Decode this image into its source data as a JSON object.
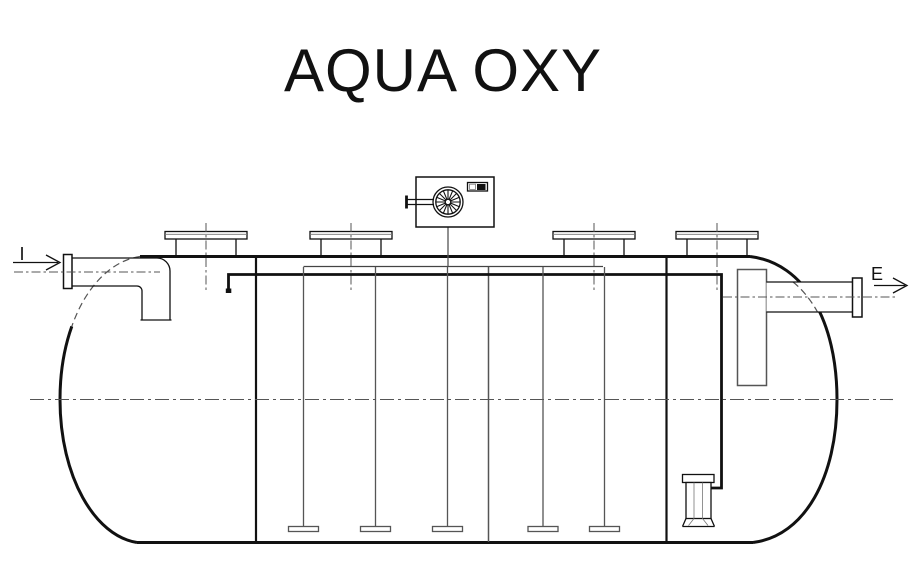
{
  "title": "AQUA OXY",
  "labels": {
    "inlet": "I",
    "outlet": "E"
  },
  "colors": {
    "ink": "#111111",
    "mid": "#555555",
    "soft": "#777777",
    "paper": "#ffffff"
  },
  "parts": {
    "vessel": "horizontal-cylindrical-tank",
    "top_nozzle_count": 4,
    "inlet": "flanged-inlet-pipe-with-down-elbow",
    "outlet": "flanged-outlet-pipe-with-chimney-baffle",
    "blower": "air-blower-with-fan-and-motor-box",
    "air_header": "internal-air-header-pipe",
    "diffuser_drop_count": 5,
    "baffle_count": 3,
    "airlift": "airlift-pump"
  }
}
